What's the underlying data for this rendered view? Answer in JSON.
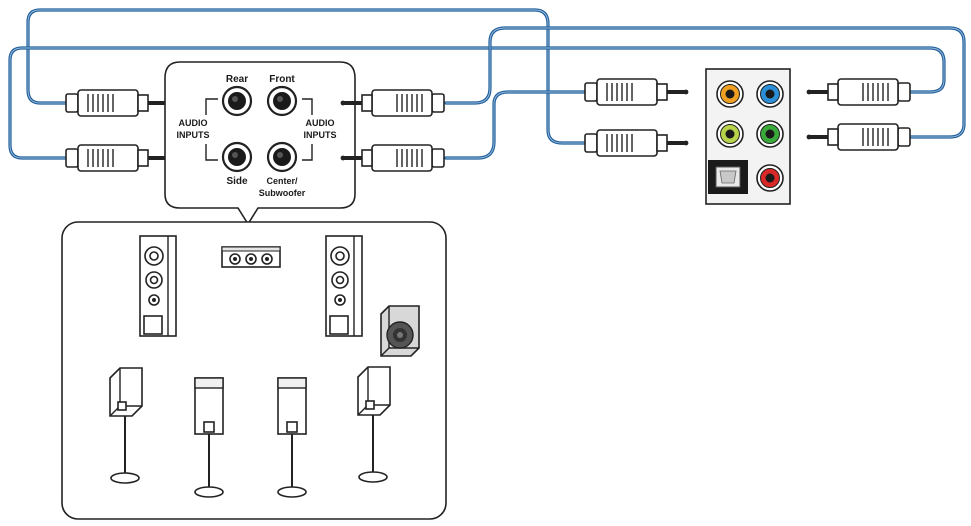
{
  "panel": {
    "labels": {
      "rear": "Rear",
      "front": "Front",
      "side": "Side",
      "center_line1": "Center/",
      "center_line2": "Subwoofer",
      "audio_inputs_left_line1": "AUDIO",
      "audio_inputs_left_line2": "INPUTS",
      "audio_inputs_right_line1": "AUDIO",
      "audio_inputs_right_line2": "INPUTS"
    }
  },
  "rear_io": {
    "jacks": [
      {
        "name": "jack-orange",
        "color": "#f0a020"
      },
      {
        "name": "jack-blue",
        "color": "#2a8fd6"
      },
      {
        "name": "jack-lime",
        "color": "#b7d34a"
      },
      {
        "name": "jack-green",
        "color": "#3aaa3a"
      },
      {
        "name": "jack-red",
        "color": "#d82828"
      }
    ]
  },
  "colors": {
    "cable": "#1f5f9c",
    "outline": "#222222"
  },
  "icons": {
    "plug": "rca-plug-icon",
    "jack": "audio-jack-icon",
    "speaker_tower": "floor-speaker-icon",
    "speaker_stand": "satellite-speaker-icon",
    "subwoofer": "subwoofer-icon",
    "center": "center-speaker-icon",
    "optical": "optical-port-icon"
  }
}
